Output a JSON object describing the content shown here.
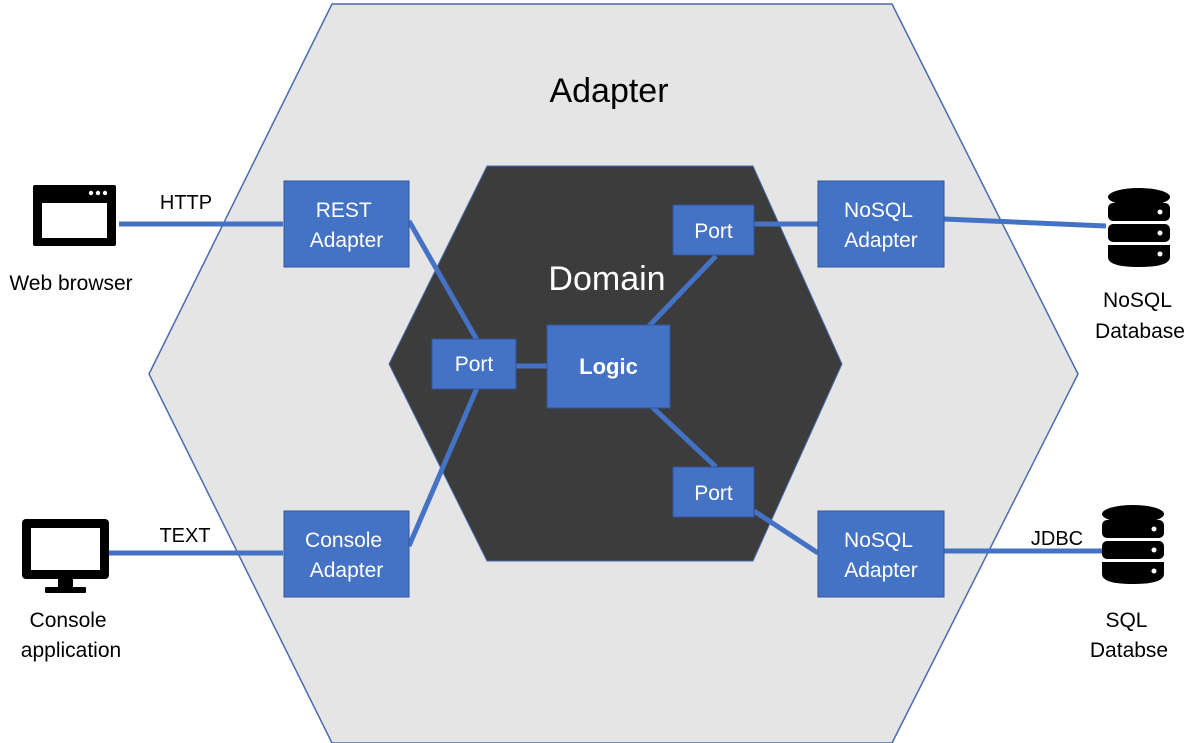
{
  "outer": {
    "title": "Adapter"
  },
  "inner": {
    "title": "Domain"
  },
  "logic": {
    "label": "Logic"
  },
  "ports": {
    "left": "Port",
    "top_right": "Port",
    "bottom_right": "Port"
  },
  "adapters": {
    "rest": [
      "REST",
      "Adapter"
    ],
    "console": [
      "Console",
      "Adapter"
    ],
    "nosql_top": [
      "NoSQL",
      "Adapter"
    ],
    "nosql_bottom": [
      "NoSQL",
      "Adapter"
    ]
  },
  "connections": {
    "http": "HTTP",
    "text": "TEXT",
    "jdbc": "JDBC"
  },
  "externals": {
    "web_browser": {
      "label": [
        "Web browser"
      ],
      "icon": "browser-window-icon"
    },
    "console_app": {
      "label": [
        "Console",
        "application"
      ],
      "icon": "monitor-icon"
    },
    "nosql_db": {
      "label": [
        "NoSQL",
        "Database"
      ],
      "icon": "database-icon"
    },
    "sql_db": {
      "label": [
        "SQL",
        "Databse"
      ],
      "icon": "database-icon"
    }
  },
  "colors": {
    "outer_fill": "#e5e5e5",
    "outer_stroke": "#4a6bb0",
    "inner_fill": "#3c3c3c",
    "box_fill": "#4472c4",
    "box_stroke": "#2f559a",
    "line": "#4472c4",
    "text_dark": "#000000",
    "text_light": "#ffffff"
  }
}
